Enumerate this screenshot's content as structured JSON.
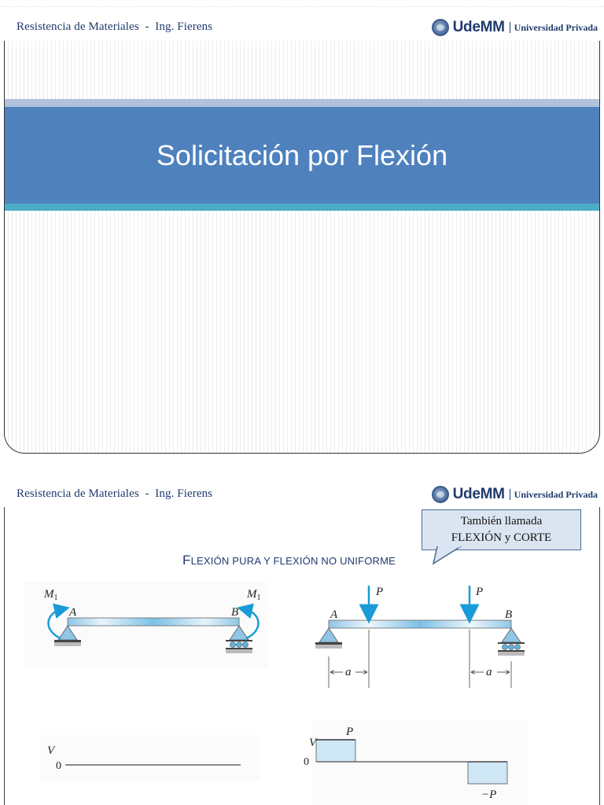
{
  "header": {
    "course_title": "Resistencia de Materiales  -  Ing. Fierens",
    "logo_brand": "UdeMM",
    "logo_subtitle": "Universidad Privada"
  },
  "slide1": {
    "title": "Solicitación por Flexión",
    "colors": {
      "band_light": "#b1c2dc",
      "band_main": "#4f81bd",
      "band_teal": "#4bacc6"
    }
  },
  "slide2": {
    "heading_initial_1": "F",
    "heading_rest_1": "LEXIÓN PURA Y FLEXIÓN NO UNIFORME",
    "callout": {
      "line1": "También llamada",
      "line2": "FLEXIÓN y CORTE"
    },
    "figure_pure": {
      "moment_left": "M",
      "moment_left_sub": "1",
      "moment_right": "M",
      "moment_right_sub": "1",
      "support_a": "A",
      "support_b": "B"
    },
    "figure_nonuniform": {
      "load_left": "P",
      "load_right": "P",
      "support_a": "A",
      "support_b": "B",
      "dim_left": "a",
      "dim_right": "a"
    },
    "shear_pure": {
      "axis_label": "V",
      "zero": "0"
    },
    "shear_nonuniform": {
      "axis_label": "V",
      "zero": "0",
      "positive": "P",
      "negative": "−P"
    }
  }
}
